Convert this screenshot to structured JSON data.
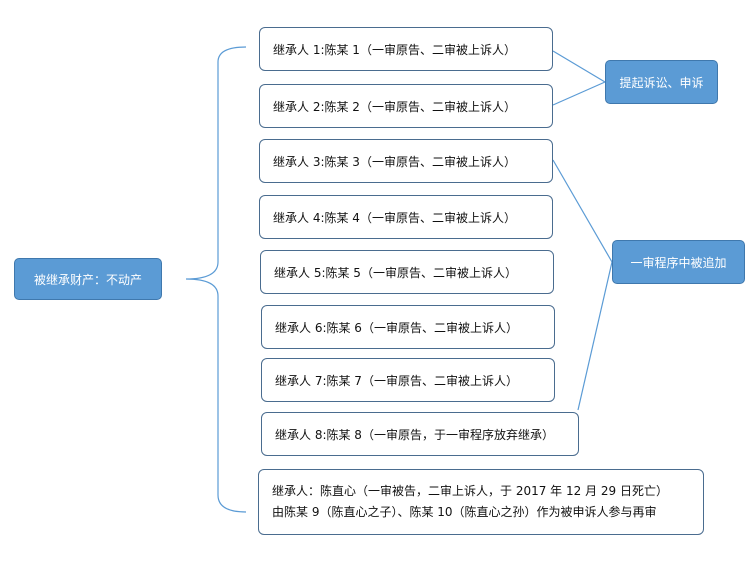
{
  "root": {
    "label": "被继承财产：不动产"
  },
  "tags": {
    "appeal": "提起诉讼、申诉",
    "added": "一审程序中被追加"
  },
  "heirs": [
    {
      "label": "继承人 1:陈某 1（一审原告、二审被上诉人）"
    },
    {
      "label": "继承人 2:陈某 2（一审原告、二审被上诉人）"
    },
    {
      "label": "继承人 3:陈某 3（一审原告、二审被上诉人）"
    },
    {
      "label": "继承人 4:陈某 4（一审原告、二审被上诉人）"
    },
    {
      "label": "继承人 5:陈某 5（一审原告、二审被上诉人）"
    },
    {
      "label": "继承人 6:陈某 6（一审原告、二审被上诉人）"
    },
    {
      "label": "继承人 7:陈某 7（一审原告、二审被上诉人）"
    },
    {
      "label": "继承人 8:陈某 8（一审原告，于一审程序放弃继承）"
    }
  ],
  "deceased": {
    "line1": "继承人：陈直心（一审被告，二审上诉人，于 2017 年 12 月 29 日死亡）",
    "line2": "由陈某 9（陈直心之子）、陈某 10（陈直心之孙）作为被申诉人参与再审"
  },
  "colors": {
    "node_fill": "#5b9bd5",
    "line": "#5b9bd5",
    "box_border": "#4a6c8f"
  }
}
